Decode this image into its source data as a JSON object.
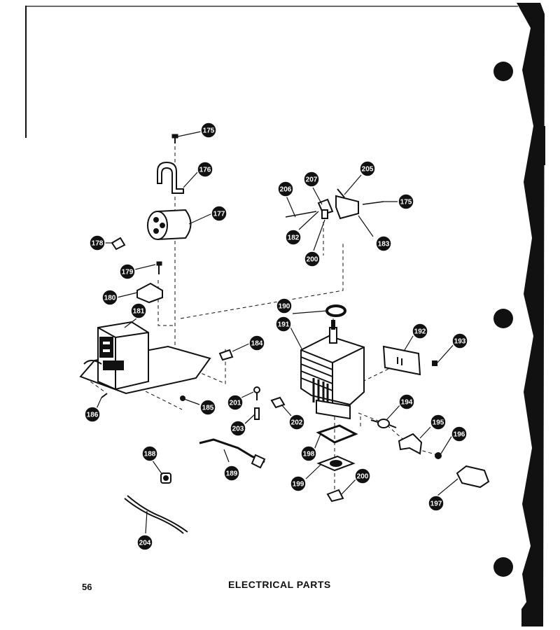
{
  "page": {
    "page_number": "56",
    "title": "ELECTRICAL PARTS"
  },
  "callouts": [
    {
      "id": "c175a",
      "label": "175"
    },
    {
      "id": "c176",
      "label": "176"
    },
    {
      "id": "c177",
      "label": "177"
    },
    {
      "id": "c178",
      "label": "178"
    },
    {
      "id": "c179",
      "label": "179"
    },
    {
      "id": "c180",
      "label": "180"
    },
    {
      "id": "c181",
      "label": "181"
    },
    {
      "id": "c184",
      "label": "184"
    },
    {
      "id": "c185",
      "label": "185"
    },
    {
      "id": "c186",
      "label": "186"
    },
    {
      "id": "c188",
      "label": "188"
    },
    {
      "id": "c189",
      "label": "189"
    },
    {
      "id": "c190",
      "label": "190"
    },
    {
      "id": "c191",
      "label": "191"
    },
    {
      "id": "c192",
      "label": "192"
    },
    {
      "id": "c193",
      "label": "193"
    },
    {
      "id": "c194",
      "label": "194"
    },
    {
      "id": "c195",
      "label": "195"
    },
    {
      "id": "c196",
      "label": "196"
    },
    {
      "id": "c197",
      "label": "197"
    },
    {
      "id": "c198",
      "label": "198"
    },
    {
      "id": "c199",
      "label": "199"
    },
    {
      "id": "c200a",
      "label": "200"
    },
    {
      "id": "c201",
      "label": "201"
    },
    {
      "id": "c202",
      "label": "202"
    },
    {
      "id": "c203",
      "label": "203"
    },
    {
      "id": "c204",
      "label": "204"
    },
    {
      "id": "c206",
      "label": "206"
    },
    {
      "id": "c207",
      "label": "207"
    },
    {
      "id": "c205",
      "label": "205"
    },
    {
      "id": "c175b",
      "label": "175"
    },
    {
      "id": "c182",
      "label": "182"
    },
    {
      "id": "c183",
      "label": "183"
    },
    {
      "id": "c200b",
      "label": "200"
    }
  ],
  "colors": {
    "ink": "#111111",
    "paper": "#ffffff"
  }
}
